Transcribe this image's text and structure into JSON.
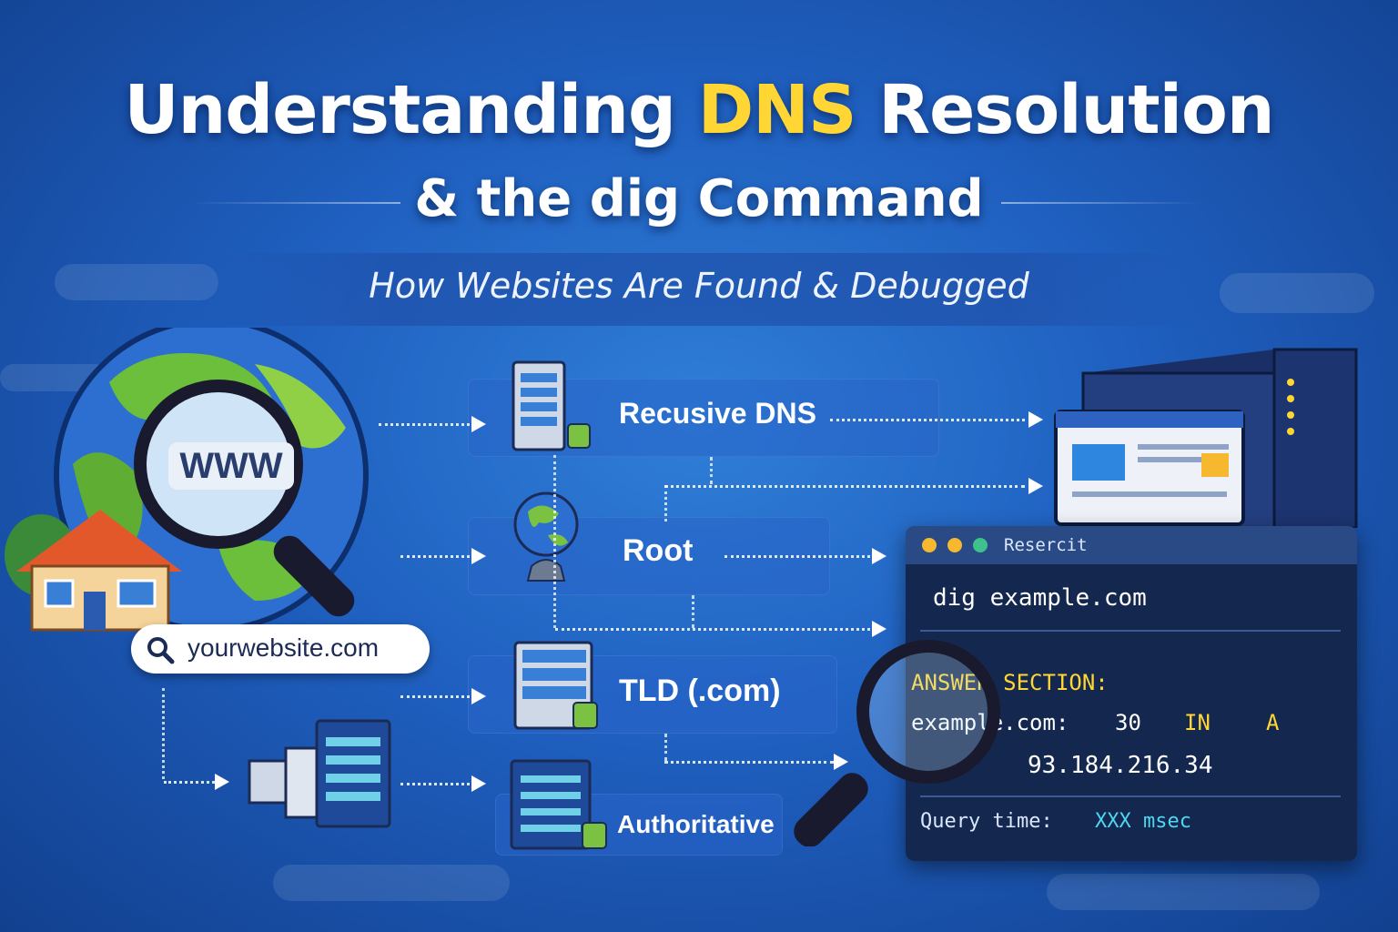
{
  "title": {
    "part1": "Understanding ",
    "highlight": "DNS",
    "part2": " Resolution",
    "line2": "& the dig Command"
  },
  "tagline": "How Websites Are Found & Debugged",
  "globe": {
    "badge": "WWW"
  },
  "search_bar": {
    "text": "yourwebsite.com",
    "icon": "search-icon"
  },
  "servers": [
    {
      "label": "Recusive DNS",
      "icon": "server-rack-icon"
    },
    {
      "label": "Root",
      "icon": "globe-icon"
    },
    {
      "label": "TLD (.com)",
      "icon": "server-rack-icon"
    },
    {
      "label": "Authoritative",
      "icon": "server-rack-icon"
    }
  ],
  "terminal": {
    "window_title": "Resercit",
    "command": "dig example.com",
    "section_header": "ANSWER SECTION:",
    "record": {
      "name": "example.com:",
      "ttl": "30",
      "class": "IN",
      "type": "A"
    },
    "ip": "93.184.216.34",
    "query_label": "Query time:",
    "query_value": "XXX msec"
  },
  "colors": {
    "accent": "#ffd633",
    "terminal_bg": "#14284f",
    "panel": "#2864c8",
    "check": "#7cc242"
  }
}
